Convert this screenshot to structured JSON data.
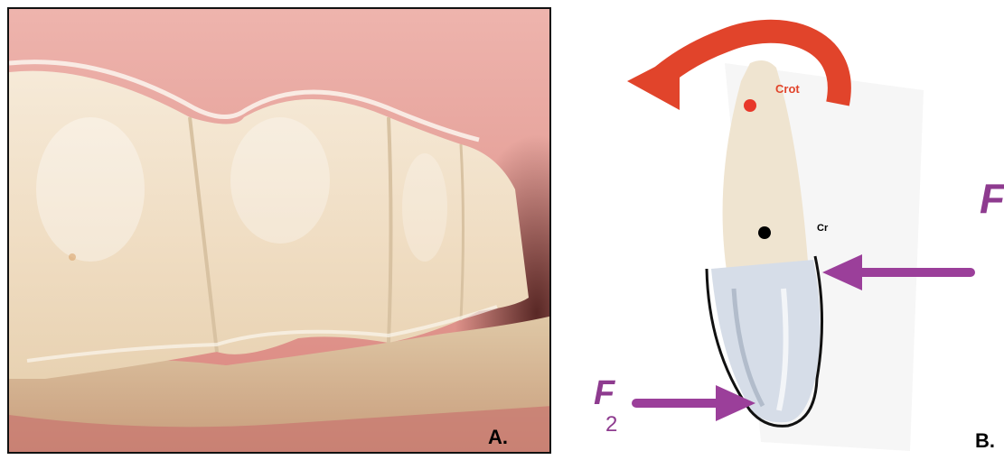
{
  "panel_a": {
    "label": "A."
  },
  "panel_b": {
    "label": "B.",
    "crot_label": "Crot",
    "cr_label": "Cr",
    "force1_letter": "F",
    "force2_letter": "F",
    "force2_subscript": "2",
    "colors": {
      "rotation_arrow": "#e1442b",
      "force_arrow": "#9b3f9a",
      "crot_point": "#e8382a",
      "cr_point": "#000000",
      "force_text": "#8e3b8f"
    }
  }
}
